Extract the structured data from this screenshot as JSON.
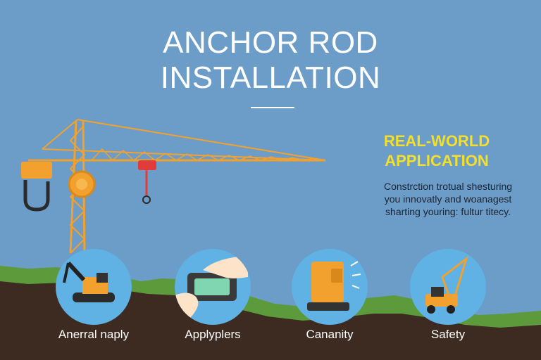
{
  "header": {
    "title_line1": "ANCHOR ROD",
    "title_line2": "INSTALLATION"
  },
  "side_panel": {
    "heading_line1": "REAL-WORLD",
    "heading_line2": "APPLICATION",
    "text_line1": "Constrction trotual shesturing",
    "text_line2": "you innovatly and woanagest",
    "text_line3": "sharting youring: fultur titecy."
  },
  "categories": [
    {
      "label": "Anerral naply",
      "icon": "excavator-icon"
    },
    {
      "label": "Applyplers",
      "icon": "hand-tablet-icon"
    },
    {
      "label": "Cananity",
      "icon": "machine-icon"
    },
    {
      "label": "Safety",
      "icon": "crane-truck-icon"
    }
  ],
  "colors": {
    "sky": "#6b9dc8",
    "crane": "#f2a12e",
    "grass": "#5c9a3c",
    "soil": "#3d2a20",
    "accent_yellow": "#f4df2a",
    "circle": "#5fb2e3"
  }
}
